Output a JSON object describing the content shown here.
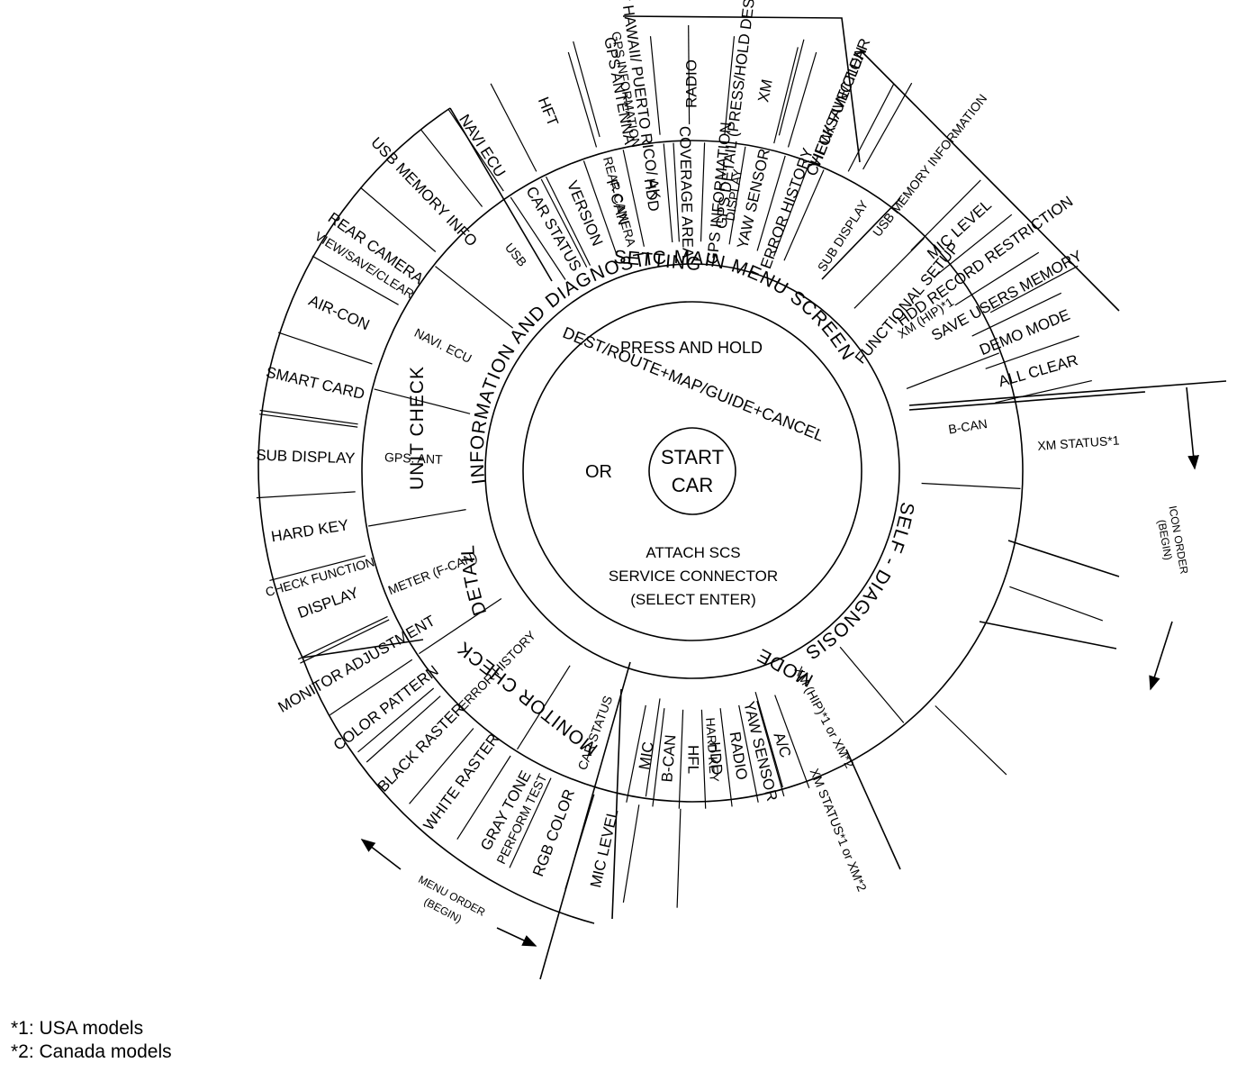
{
  "center": {
    "start": "START",
    "car": "CAR"
  },
  "core": {
    "press_line1": "PRESS AND HOLD",
    "press_line2": "DEST/ROUTE+MAP/GUIDE+CANCEL",
    "or": "OR",
    "attach_line1": "ATTACH SCS",
    "attach_line2": "SERVICE CONNECTOR",
    "attach_line3": "(SELECT ENTER)"
  },
  "rings": {
    "main_menu": "INFORMATION AND DIAGNOSTIC MAIN MENU SCREEN",
    "detail": "DETAIL",
    "self_diagnosis": "SELF - DIAGNOSIS",
    "mode": "MODE",
    "unit_check": "UNIT CHECK",
    "monitor_check": "MONITOR CHECK",
    "setting": "SETTING",
    "functional_setup": "FUNCTIONAL SETUP"
  },
  "unit_check_items": [
    "CHECK FUNCTION",
    "XM",
    "RADIO",
    "GPS ANTENNA",
    "HFT",
    "NAVI ECU",
    "USB MEMORY INFO",
    "REAR CAMERA",
    "AIR-CON",
    "SMART CARD",
    "SUB DISPLAY",
    "HARD KEY",
    "DISPLAY"
  ],
  "monitor_check_items": [
    "MONITOR ADJUSTMENT",
    "COLOR PATTERN",
    "BLACK RASTER",
    "WHITE RASTER",
    "GRAY TONE",
    "RGB COLOR",
    "MIC LEVEL"
  ],
  "setting_items": [
    "CAR STATUS",
    "VERSION",
    "F-CAN",
    "HDD",
    "COVERAGE AREA",
    "GPS INFORMATION",
    "YAW SENSOR",
    "ERROR HISTORY"
  ],
  "setting_outer_items": [
    "U.S or HAWAII/ PUERTO RICO/ AK",
    "GPS DETAIL (PRESS/HOLD DEST/ROUTE)",
    "VIEW/SAVE/CLEAR"
  ],
  "functional_setup_items": [
    "MIC LEVEL",
    "HDD RECORD RESTRICTION",
    "SAVE USERS MEMORY",
    "DEMO MODE",
    "ALL CLEAR"
  ],
  "self_diagnosis_items": [
    "B-CAN",
    "XM (HIP)*1",
    "SUB DISPLAY",
    "DISPLAY",
    "REAR CAMERA",
    "USB",
    "NAVI. ECU",
    "GPS. ANT",
    "METER (F-CAN)",
    "ERROR HISTORY",
    "CAR STATUS",
    "HARD KEY",
    "XM (HIP)*1 or XM*2"
  ],
  "self_diagnosis_outer_items": [
    "XM STATUS*1",
    "USB MEMORY INFORMATION",
    "GPS INFORMATION",
    "VIEW/SAVE/CLEAR",
    "CHECK FUNCTION",
    "PERFORM TEST",
    "XM STATUS*1 or XM*2"
  ],
  "mode_items": [
    "MIC",
    "B-CAN",
    "HFL",
    "HDD",
    "RADIO",
    "YAW SENSOR",
    "A/C"
  ],
  "arrows": {
    "icon_order_line1": "ICON ORDER",
    "icon_order_line2": "(BEGIN)",
    "menu_order_line1": "MENU ORDER",
    "menu_order_line2": "(BEGIN)"
  },
  "footnotes": [
    "*1: USA models",
    "*2: Canada models"
  ]
}
